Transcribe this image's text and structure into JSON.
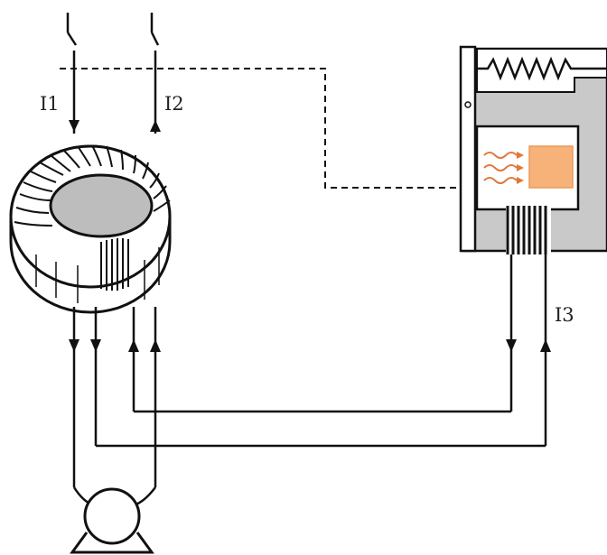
{
  "labels": {
    "i1": "I1",
    "i2": "I2",
    "i3": "I3"
  },
  "colors": {
    "line": "#111111",
    "relay_body": "#c9c9c9",
    "torus_inner": "#bdbdbd",
    "heat": "#f7b27a",
    "heat_stroke": "#e0783a"
  },
  "components": {
    "current_transformer": "toroidal-core",
    "relay": "thermal-relay",
    "load": "motor"
  }
}
